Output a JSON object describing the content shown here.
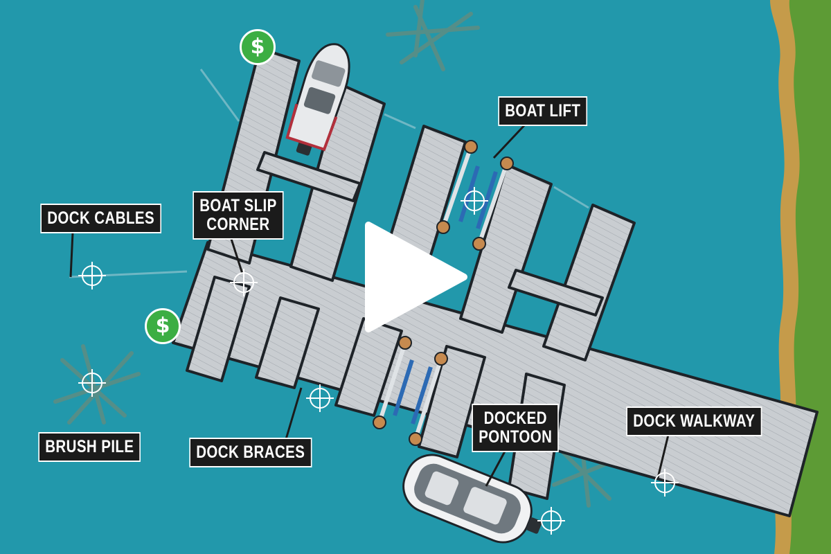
{
  "labels": {
    "boat_lift": "BOAT LIFT",
    "boat_slip_corner": [
      "BOAT SLIP",
      "CORNER"
    ],
    "dock_cables": "DOCK CABLES",
    "brush_pile": "BRUSH PILE",
    "dock_braces": "DOCK BRACES",
    "docked_pontoon": [
      "DOCKED",
      "PONTOON"
    ],
    "dock_walkway": "DOCK WALKWAY"
  },
  "markers": {
    "money_symbol": "$",
    "money_icon": "dollar-icon",
    "target_icon": "crosshair-icon"
  },
  "video": {
    "play_icon": "play-icon"
  },
  "colors": {
    "water": "#1f93a6",
    "shore_sand": "#c59b4a",
    "grass": "#5d9b35",
    "dock": "#c8ccd0",
    "money": "#3cae43",
    "callout_bg": "#1b1b1b"
  }
}
